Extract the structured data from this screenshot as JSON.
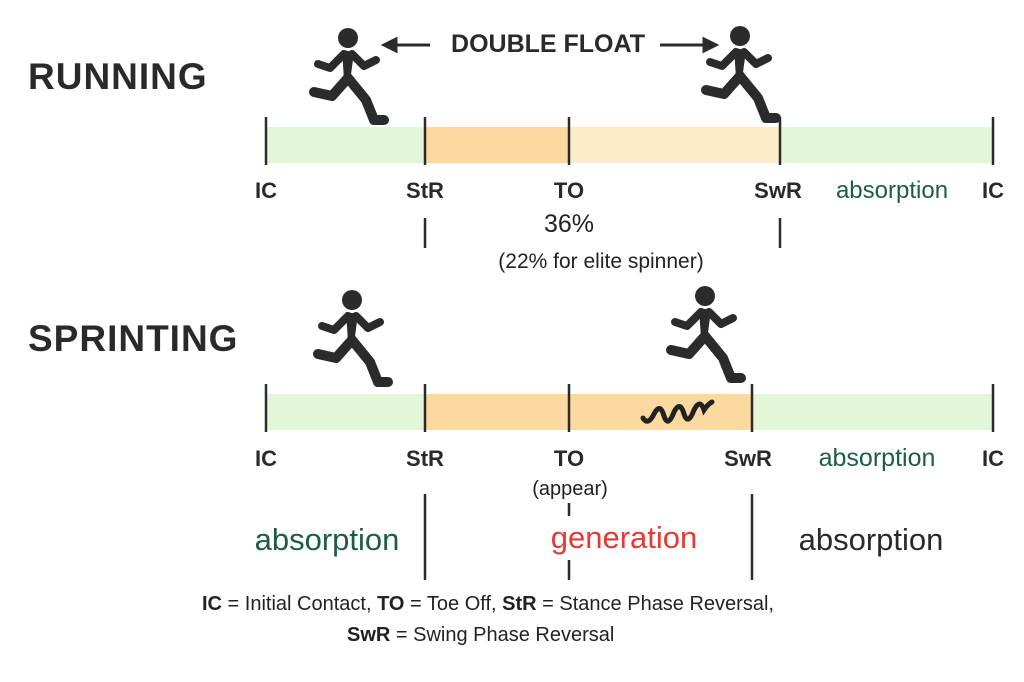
{
  "running": {
    "title": "RUNNING",
    "double_float": "DOUBLE  FLOAT",
    "labels": {
      "ic_start": "IC",
      "str": "StR",
      "to": "TO",
      "swr": "SwR",
      "absorption": "absorption",
      "ic_end": "IC"
    },
    "to_percent": "36%",
    "to_note": "(22% for elite spinner)"
  },
  "sprinting": {
    "title": "SPRINTING",
    "labels": {
      "ic_start": "IC",
      "str": "StR",
      "to": "TO",
      "swr": "SwR",
      "absorption": "absorption",
      "ic_end": "IC"
    },
    "to_note": "(appear)",
    "phases": {
      "left": "absorption",
      "middle": "generation",
      "right": "absorption"
    }
  },
  "legend": {
    "ic_abbr": "IC",
    "ic_def": " = Initial Contact, ",
    "to_abbr": "TO",
    "to_def": " = Toe Off, ",
    "str_abbr": "StR",
    "str_def": " = Stance Phase Reversal,",
    "swr_abbr": "SwR",
    "swr_def": " = Swing Phase Reversal"
  },
  "colors": {
    "green_band": "#e3f6d5",
    "orange_band": "#fbd99f",
    "light_orange_band": "#fdebc9",
    "absorption_green": "#1e5c4a",
    "generation_red": "#e53a35"
  }
}
